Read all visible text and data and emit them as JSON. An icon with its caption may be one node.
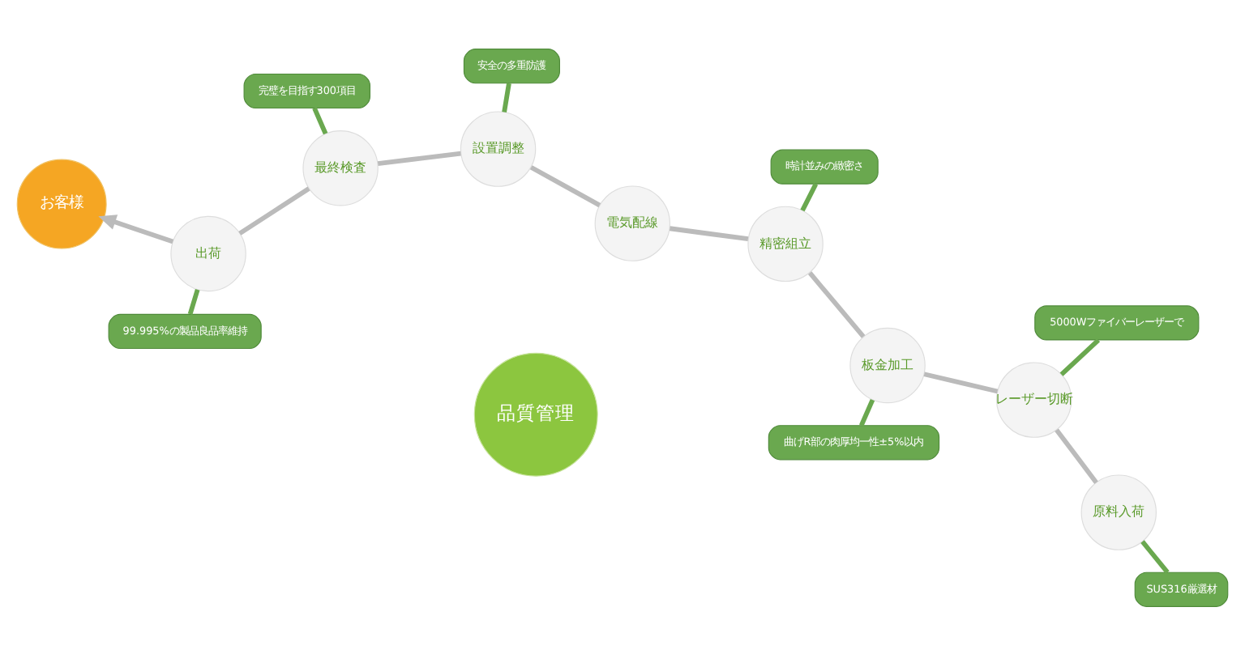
{
  "diagram": {
    "nodes": [
      {
        "text": [
          "お客様"
        ]
      },
      {
        "text": [
          "原料入荷"
        ]
      },
      {
        "text": [
          "レーザー切断"
        ]
      },
      {
        "text": [
          "板金加工"
        ]
      },
      {
        "text": [
          "精密組立"
        ]
      },
      {
        "text": [
          "電気配線"
        ]
      },
      {
        "text": [
          "設置調整"
        ]
      },
      {
        "text": [
          "最終検査"
        ]
      },
      {
        "text": [
          "出荷"
        ]
      },
      {
        "text": [
          "品質管理"
        ]
      },
      {
        "text": [
          "SUS316厳選材"
        ]
      },
      {
        "text": [
          "5000Wファイバーレーザーで"
        ]
      },
      {
        "text": [
          "曲げR部の肉厚均一性±5%以内"
        ]
      },
      {
        "text": [
          "時計並みの緻密さ"
        ]
      },
      {
        "text": [
          "安全の多重防護"
        ]
      },
      {
        "text": [
          "完璧を目指す300項目"
        ]
      },
      {
        "text": [
          "99.995%の製品良品率維持"
        ]
      }
    ],
    "edges": [
      {
        "from": 1,
        "to": 2,
        "arrow": "none"
      },
      {
        "from": 2,
        "to": 3,
        "arrow": "none"
      },
      {
        "from": 3,
        "to": 4,
        "arrow": "none"
      },
      {
        "from": 4,
        "to": 5,
        "arrow": "none"
      },
      {
        "from": 5,
        "to": 6,
        "arrow": "none"
      },
      {
        "from": 6,
        "to": 7,
        "arrow": "none"
      },
      {
        "from": 7,
        "to": 8,
        "arrow": "none"
      },
      {
        "from": 8,
        "to": 0,
        "arrow": "to"
      },
      {
        "from": 10,
        "to": 1,
        "arrow": "none",
        "color": "#6aa84f"
      },
      {
        "from": 11,
        "to": 2,
        "arrow": "none",
        "color": "#6aa84f"
      },
      {
        "from": 12,
        "to": 3,
        "arrow": "none",
        "color": "#6aa84f"
      },
      {
        "from": 13,
        "to": 4,
        "arrow": "none",
        "color": "#6aa84f"
      },
      {
        "from": 14,
        "to": 6,
        "arrow": "none",
        "color": "#6aa84f"
      },
      {
        "from": 15,
        "to": 7,
        "arrow": "none",
        "color": "#6aa84f"
      },
      {
        "from": 16,
        "to": 8,
        "arrow": "none",
        "color": "#6aa84f"
      }
    ]
  }
}
